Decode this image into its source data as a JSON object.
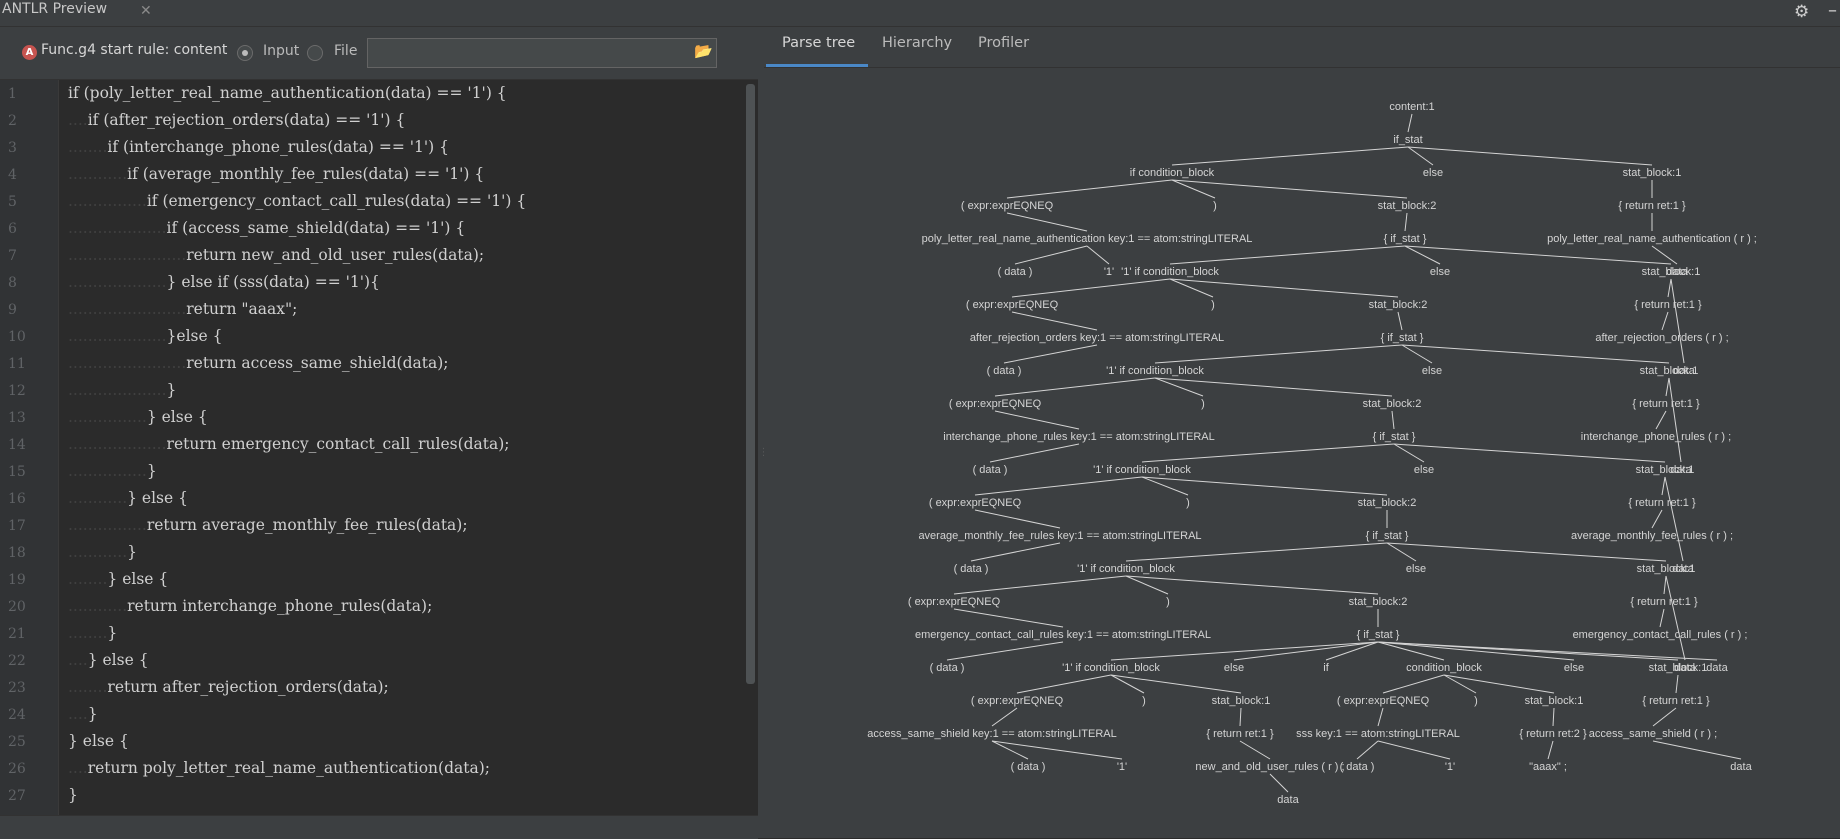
{
  "window": {
    "title": "ANTLR Preview"
  },
  "toolbar": {
    "warning_icon": "A",
    "start_rule_label": "Func.g4 start rule: content",
    "input_label": "Input",
    "file_label": "File",
    "file_path": ""
  },
  "editor": {
    "lines": [
      {
        "n": "1",
        "indent": "",
        "code": "if (poly_letter_real_name_authentication(data) == '1') {"
      },
      {
        "n": "2",
        "indent": "....",
        "code": "if (after_rejection_orders(data) == '1') {"
      },
      {
        "n": "3",
        "indent": "........",
        "code": "if (interchange_phone_rules(data) == '1') {"
      },
      {
        "n": "4",
        "indent": "............",
        "code": "if (average_monthly_fee_rules(data) == '1') {"
      },
      {
        "n": "5",
        "indent": "................",
        "code": "if (emergency_contact_call_rules(data) == '1') {"
      },
      {
        "n": "6",
        "indent": "....................",
        "code": "if (access_same_shield(data) == '1') {"
      },
      {
        "n": "7",
        "indent": "........................",
        "code": "return new_and_old_user_rules(data);"
      },
      {
        "n": "8",
        "indent": "....................",
        "code": "} else if (sss(data) == '1'){"
      },
      {
        "n": "9",
        "indent": "........................",
        "code": "return \"aaax\";"
      },
      {
        "n": "10",
        "indent": "....................",
        "code": "}else {"
      },
      {
        "n": "11",
        "indent": "........................",
        "code": "return access_same_shield(data);"
      },
      {
        "n": "12",
        "indent": "....................",
        "code": "}"
      },
      {
        "n": "13",
        "indent": "................",
        "code": "} else {"
      },
      {
        "n": "14",
        "indent": "....................",
        "code": "return emergency_contact_call_rules(data);"
      },
      {
        "n": "15",
        "indent": "................",
        "code": "}"
      },
      {
        "n": "16",
        "indent": "............",
        "code": "} else {"
      },
      {
        "n": "17",
        "indent": "................",
        "code": "return average_monthly_fee_rules(data);"
      },
      {
        "n": "18",
        "indent": "............",
        "code": "}"
      },
      {
        "n": "19",
        "indent": "........",
        "code": "} else {"
      },
      {
        "n": "20",
        "indent": "............",
        "code": "return interchange_phone_rules(data);"
      },
      {
        "n": "21",
        "indent": "........",
        "code": "}"
      },
      {
        "n": "22",
        "indent": "....",
        "code": "} else {"
      },
      {
        "n": "23",
        "indent": "........",
        "code": "return after_rejection_orders(data);"
      },
      {
        "n": "24",
        "indent": "....",
        "code": "}"
      },
      {
        "n": "25",
        "indent": "",
        "code": "} else {"
      },
      {
        "n": "26",
        "indent": "....",
        "code": "return poly_letter_real_name_authentication(data);"
      },
      {
        "n": "27",
        "indent": "",
        "code": "}"
      }
    ]
  },
  "tabs": [
    {
      "label": "Parse tree",
      "active": true
    },
    {
      "label": "Hierarchy",
      "active": false
    },
    {
      "label": "Profiler",
      "active": false
    }
  ],
  "tree": {
    "nodes": [
      {
        "id": "r",
        "label": "content:1"
      },
      {
        "id": "if0",
        "label": "if_stat",
        "parent": "r"
      },
      {
        "id": "a0",
        "label": "if   condition_block",
        "parent": "if0"
      },
      {
        "id": "e0",
        "label": "else",
        "parent": "if0"
      },
      {
        "id": "s0",
        "label": "stat_block:1",
        "parent": "if0"
      },
      {
        "id": "c0",
        "label": "(    expr:exprEQNEQ",
        "parent": "a0"
      },
      {
        "id": "p0",
        "label": ")",
        "parent": "a0"
      },
      {
        "id": "b0",
        "label": "stat_block:2",
        "parent": "a0"
      },
      {
        "id": "f0",
        "label": "poly_letter_real_name_authentication    key:1    ==    atom:stringLITERAL",
        "parent": "c0"
      },
      {
        "id": "d0",
        "label": "(    data    )",
        "parent": "f0"
      },
      {
        "id": "q0",
        "label": "'1'",
        "parent": "f0"
      },
      {
        "id": "k0",
        "label": "{   if_stat   }",
        "parent": "b0"
      },
      {
        "id": "rb0",
        "label": "{    return    ret:1    }",
        "parent": "s0"
      },
      {
        "id": "rf0",
        "label": "poly_letter_real_name_authentication    (    r    )    ;",
        "parent": "rb0"
      },
      {
        "id": "rd0",
        "label": "data",
        "parent": "rf0"
      },
      {
        "id": "a1",
        "label": "'1'    if    condition_block",
        "parent": "k0"
      },
      {
        "id": "e1",
        "label": "else",
        "parent": "k0"
      },
      {
        "id": "s1",
        "label": "stat_block:1",
        "parent": "k0"
      },
      {
        "id": "c1",
        "label": "(    expr:exprEQNEQ",
        "parent": "a1"
      },
      {
        "id": "p1",
        "label": ")",
        "parent": "a1"
      },
      {
        "id": "b1",
        "label": "stat_block:2",
        "parent": "a1"
      },
      {
        "id": "f1",
        "label": "after_rejection_orders    key:1    ==    atom:stringLITERAL",
        "parent": "c1"
      },
      {
        "id": "d1",
        "label": "(    data    )",
        "parent": "f1"
      },
      {
        "id": "k1",
        "label": "{   if_stat   }",
        "parent": "b1"
      },
      {
        "id": "rb1",
        "label": "{    return    ret:1    }",
        "parent": "s1"
      },
      {
        "id": "rf1",
        "label": "after_rejection_orders    (    r    )    ;",
        "parent": "rb1"
      },
      {
        "id": "rd1",
        "label": "data",
        "parent": "s1"
      },
      {
        "id": "a2",
        "label": "'1'    if    condition_block",
        "parent": "k1"
      },
      {
        "id": "e2",
        "label": "else",
        "parent": "k1"
      },
      {
        "id": "s2",
        "label": "stat_block:1",
        "parent": "k1"
      },
      {
        "id": "c2",
        "label": "(    expr:exprEQNEQ",
        "parent": "a2"
      },
      {
        "id": "p2",
        "label": ")",
        "parent": "a2"
      },
      {
        "id": "b2",
        "label": "stat_block:2",
        "parent": "a2"
      },
      {
        "id": "f2",
        "label": "interchange_phone_rules    key:1    ==    atom:stringLITERAL",
        "parent": "c2"
      },
      {
        "id": "d2",
        "label": "(    data    )",
        "parent": "f2"
      },
      {
        "id": "k2",
        "label": "{   if_stat   }",
        "parent": "b2"
      },
      {
        "id": "rb2",
        "label": "{    return    ret:1    }",
        "parent": "s2"
      },
      {
        "id": "rf2",
        "label": "interchange_phone_rules    (    r    )    ;",
        "parent": "rb2"
      },
      {
        "id": "rd2",
        "label": "data",
        "parent": "s2"
      },
      {
        "id": "a3",
        "label": "'1'    if    condition_block",
        "parent": "k2"
      },
      {
        "id": "e3",
        "label": "else",
        "parent": "k2"
      },
      {
        "id": "s3",
        "label": "stat_block:1",
        "parent": "k2"
      },
      {
        "id": "c3",
        "label": "(    expr:exprEQNEQ",
        "parent": "a3"
      },
      {
        "id": "p3",
        "label": ")",
        "parent": "a3"
      },
      {
        "id": "b3",
        "label": "stat_block:2",
        "parent": "a3"
      },
      {
        "id": "f3",
        "label": "average_monthly_fee_rules    key:1    ==    atom:stringLITERAL",
        "parent": "c3"
      },
      {
        "id": "d3",
        "label": "(    data    )",
        "parent": "f3"
      },
      {
        "id": "k3",
        "label": "{   if_stat   }",
        "parent": "b3"
      },
      {
        "id": "rb3",
        "label": "{    return    ret:1    }",
        "parent": "s3"
      },
      {
        "id": "rf3",
        "label": "average_monthly_fee_rules    (    r    )    ;",
        "parent": "rb3"
      },
      {
        "id": "rd3",
        "label": "data",
        "parent": "s3"
      },
      {
        "id": "a4",
        "label": "'1'    if    condition_block",
        "parent": "k3"
      },
      {
        "id": "e4",
        "label": "else",
        "parent": "k3"
      },
      {
        "id": "s4",
        "label": "stat_block:1",
        "parent": "k3"
      },
      {
        "id": "c4",
        "label": "(    expr:exprEQNEQ",
        "parent": "a4"
      },
      {
        "id": "p4",
        "label": ")",
        "parent": "a4"
      },
      {
        "id": "b4",
        "label": "stat_block:2",
        "parent": "a4"
      },
      {
        "id": "f4",
        "label": "emergency_contact_call_rules    key:1    ==    atom:stringLITERAL",
        "parent": "c4"
      },
      {
        "id": "d4",
        "label": "(    data    )",
        "parent": "f4"
      },
      {
        "id": "k4",
        "label": "{   if_stat   }",
        "parent": "b4"
      },
      {
        "id": "rb4",
        "label": "{    return    ret:1    }",
        "parent": "s4"
      },
      {
        "id": "rf4",
        "label": "emergency_contact_call_rules    (    r    )    ;",
        "parent": "rb4"
      },
      {
        "id": "rd4",
        "label": "data",
        "parent": "s4"
      },
      {
        "id": "a5",
        "label": "'1'    if    condition_block",
        "parent": "k4"
      },
      {
        "id": "e5",
        "label": "else",
        "parent": "k4"
      },
      {
        "id": "if5",
        "label": "if",
        "parent": "k4"
      },
      {
        "id": "cb5",
        "label": "condition_block",
        "parent": "k4"
      },
      {
        "id": "e6",
        "label": "else",
        "parent": "k4"
      },
      {
        "id": "s5",
        "label": "stat_block:1",
        "parent": "k4"
      },
      {
        "id": "rd5",
        "label": "data",
        "parent": "k4"
      },
      {
        "id": "c5",
        "label": "(    expr:exprEQNEQ",
        "parent": "a5"
      },
      {
        "id": "p5",
        "label": ")",
        "parent": "a5"
      },
      {
        "id": "sb5",
        "label": "stat_block:1",
        "parent": "a5"
      },
      {
        "id": "f5",
        "label": "access_same_shield    key:1    ==    atom:stringLITERAL",
        "parent": "c5"
      },
      {
        "id": "d5",
        "label": "(    data    )",
        "parent": "f5"
      },
      {
        "id": "q5",
        "label": "'1'",
        "parent": "f5"
      },
      {
        "id": "rb5",
        "label": "{    return    ret:1    }",
        "parent": "sb5"
      },
      {
        "id": "nu5",
        "label": "new_and_old_user_rules    (    r    )    ;",
        "parent": "rb5"
      },
      {
        "id": "nd5",
        "label": "data",
        "parent": "nu5"
      },
      {
        "id": "c6",
        "label": "(    expr:exprEQNEQ",
        "parent": "cb5"
      },
      {
        "id": "p6",
        "label": ")",
        "parent": "cb5"
      },
      {
        "id": "sb6",
        "label": "stat_block:1",
        "parent": "cb5"
      },
      {
        "id": "f6",
        "label": "sss    key:1    ==    atom:stringLITERAL",
        "parent": "c6"
      },
      {
        "id": "d6",
        "label": "(    data    )",
        "parent": "f6"
      },
      {
        "id": "q6",
        "label": "'1'",
        "parent": "f6"
      },
      {
        "id": "rb6",
        "label": "{    return    ret:2    }",
        "parent": "sb6"
      },
      {
        "id": "aa6",
        "label": "\"aaax\"    ;",
        "parent": "rb6"
      },
      {
        "id": "rb7",
        "label": "{    return    ret:1    }",
        "parent": "s5"
      },
      {
        "id": "rf7",
        "label": "access_same_shield    (    r    )    ;",
        "parent": "rb7"
      },
      {
        "id": "rd7",
        "label": "data",
        "parent": "rf7"
      }
    ]
  }
}
